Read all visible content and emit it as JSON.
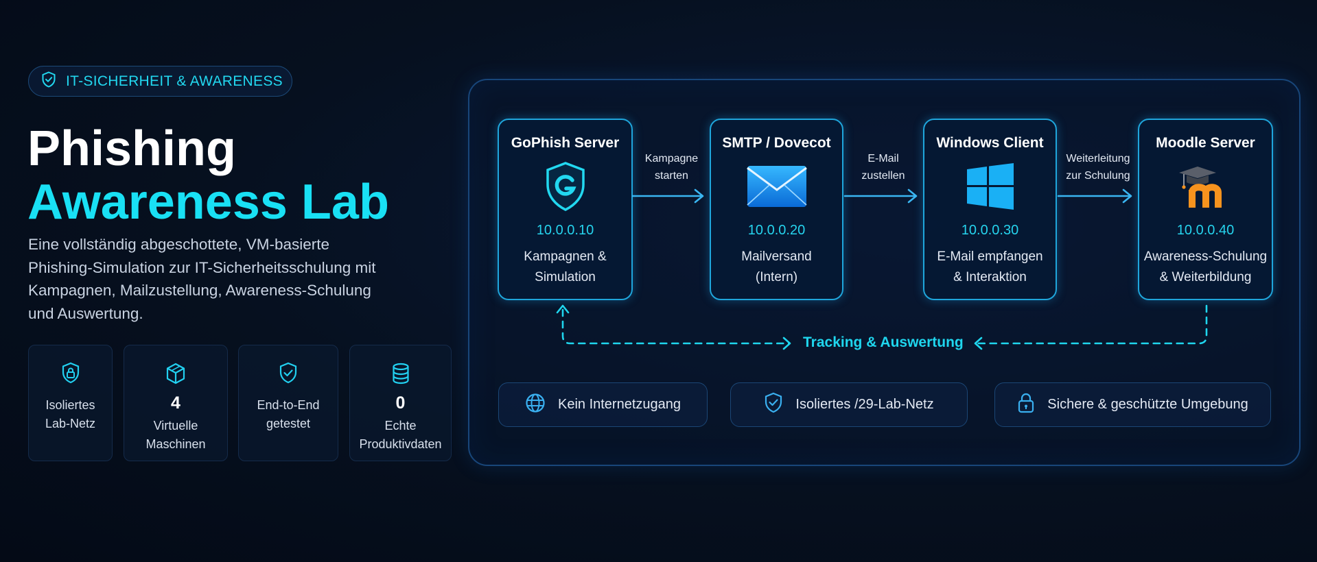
{
  "badge": {
    "label": "IT-SICHERHEIT & AWARENESS",
    "icon": "shield-icon"
  },
  "title": {
    "line1": "Phishing",
    "line2": "Awareness Lab"
  },
  "description": "Eine vollständig abgeschottete, VM-basierte Phishing-Simulation zur IT-Sicherheitsschulung mit Kampagnen, Mailzustellung, Awareness-Schulung und Auswertung.",
  "stats": [
    {
      "icon": "lock-icon",
      "value": "",
      "label_lines": [
        "Isoliertes",
        "Lab-Netz"
      ]
    },
    {
      "icon": "cube-icon",
      "value": "4",
      "label_lines": [
        "Virtuelle",
        "Maschinen"
      ]
    },
    {
      "icon": "shield-check-icon",
      "value": "",
      "label_lines": [
        "End-to-End",
        "getestet"
      ]
    },
    {
      "icon": "database-icon",
      "value": "0",
      "label_lines": [
        "Echte",
        "Produktivdaten"
      ]
    }
  ],
  "nodes": [
    {
      "name": "GoPhish Server",
      "icon": "gophish-shield-icon",
      "ip": "10.0.0.10",
      "role_lines": [
        "Kampagnen &",
        "Simulation"
      ]
    },
    {
      "name": "SMTP / Dovecot",
      "icon": "mail-icon",
      "ip": "10.0.0.20",
      "role_lines": [
        "Mailversand",
        "(Intern)"
      ]
    },
    {
      "name": "Windows Client",
      "icon": "windows-logo-icon",
      "ip": "10.0.0.30",
      "role_lines": [
        "E-Mail empfangen",
        "& Interaktion"
      ]
    },
    {
      "name": "Moodle Server",
      "icon": "moodle-logo-icon",
      "ip": "10.0.0.40",
      "role_lines": [
        "Awareness-Schulung",
        "& Weiterbildung"
      ]
    }
  ],
  "edges": [
    {
      "label_lines": [
        "Kampagne",
        "starten"
      ]
    },
    {
      "label_lines": [
        "E-Mail",
        "zustellen"
      ]
    },
    {
      "label_lines": [
        "Weiterleitung",
        "zur Schulung"
      ]
    }
  ],
  "tracking_label": "Tracking & Auswertung",
  "features": [
    {
      "icon": "globe-icon",
      "label": "Kein Internetzugang"
    },
    {
      "icon": "shield-check-icon",
      "label": "Isoliertes /29-Lab-Netz"
    },
    {
      "icon": "lock-icon",
      "label": "Sichere & geschützte Umgebung"
    }
  ],
  "colors": {
    "accent": "#19e0f4",
    "node_border": "#1fa6dc",
    "background": "#06101f",
    "moodle_orange": "#f7931e"
  }
}
